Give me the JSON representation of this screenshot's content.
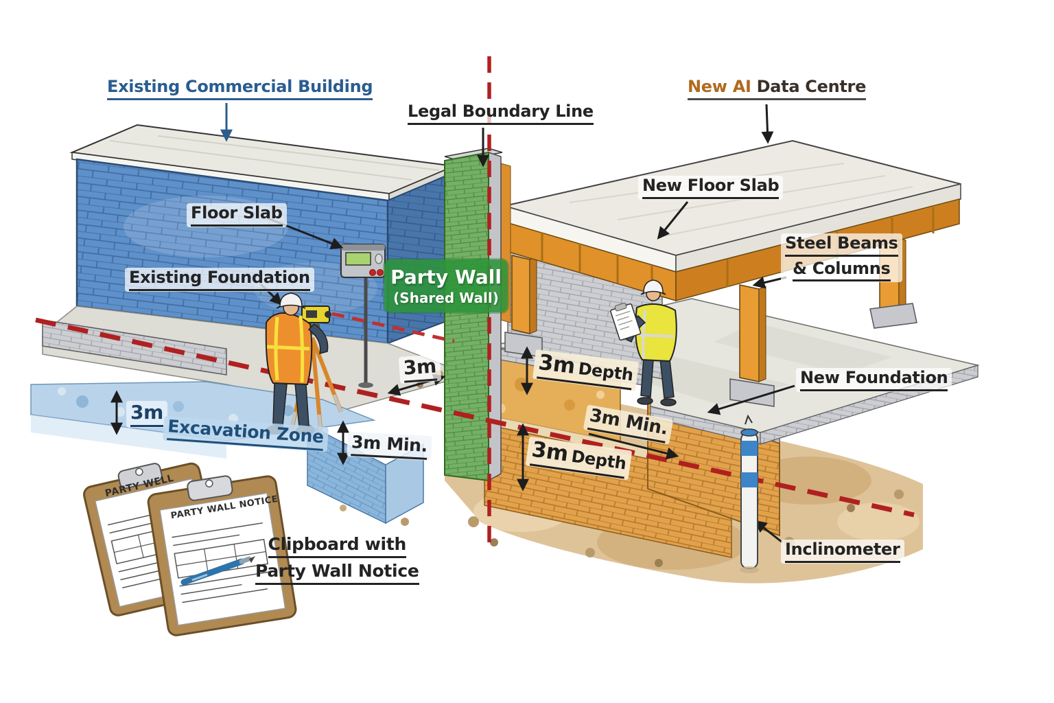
{
  "diagram": {
    "titles": {
      "existing_building": "Existing Commercial Building",
      "new_datacentre_prefix": "New AI",
      "new_datacentre_suffix": " Data Centre"
    },
    "labels": {
      "legal_boundary": "Legal Boundary Line",
      "floor_slab": "Floor Slab",
      "existing_foundation": "Existing Foundation",
      "party_wall_title": "Party Wall",
      "party_wall_subtitle": "(Shared Wall)",
      "new_floor_slab": "New Floor Slab",
      "steel_beams_line1": "Steel Beams",
      "steel_beams_line2": "& Columns",
      "new_foundation": "New Foundation",
      "excavation_zone": "Excavation Zone",
      "inclinometer": "Inclinometer",
      "clipboard_caption_line1": "Clipboard with",
      "clipboard_caption_line2": "Party Wall Notice"
    },
    "measurements": {
      "boundary_gap": "3m",
      "excavation_depth": "3m",
      "excavation_min_depth": "3m Min.",
      "foundation_min_distance": "3m Min.",
      "upper_depth_value": "3m",
      "upper_depth_word": "Depth",
      "lower_depth_value": "3m",
      "lower_depth_word": "Depth"
    },
    "clipboards": {
      "back_title": "PARTY WELL",
      "front_title": "PARTY WALL NOTICE"
    },
    "colors": {
      "existing_title_blue": "#2a5d8f",
      "new_title_orange": "#b06a1e",
      "boundary_red": "#b02020",
      "party_wall_green": "#2c943a",
      "excavation_text_blue": "#1f4e79"
    }
  }
}
